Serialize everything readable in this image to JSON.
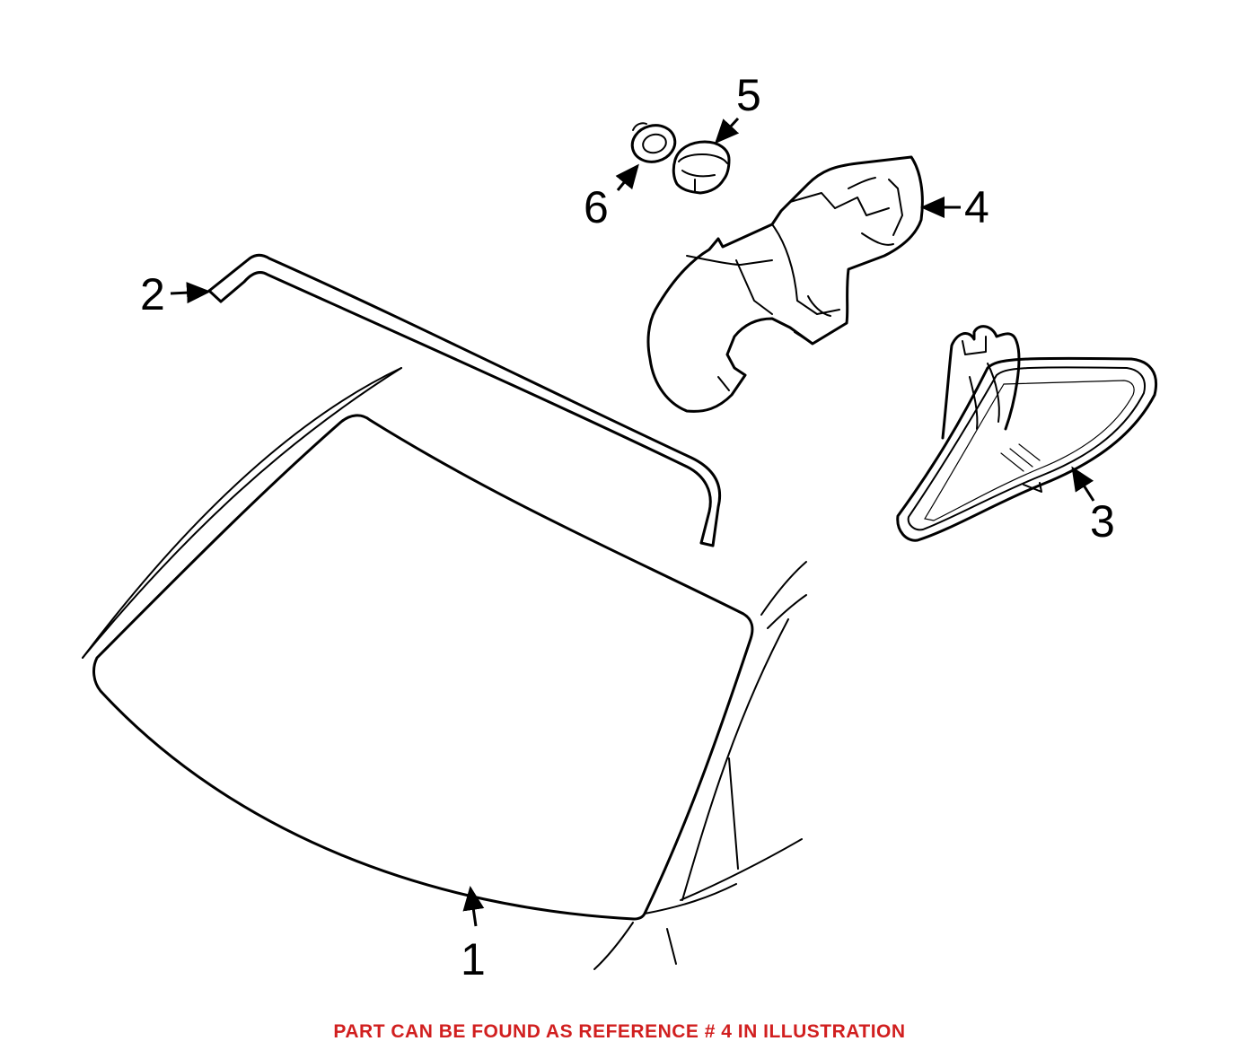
{
  "callouts": {
    "c1": "1",
    "c2": "2",
    "c3": "3",
    "c4": "4",
    "c5": "5",
    "c6": "6"
  },
  "footer": {
    "note": "PART CAN BE FOUND AS REFERENCE # 4 IN ILLUSTRATION"
  },
  "colors": {
    "footer_text": "#d11f1f",
    "line_art": "#000000"
  }
}
